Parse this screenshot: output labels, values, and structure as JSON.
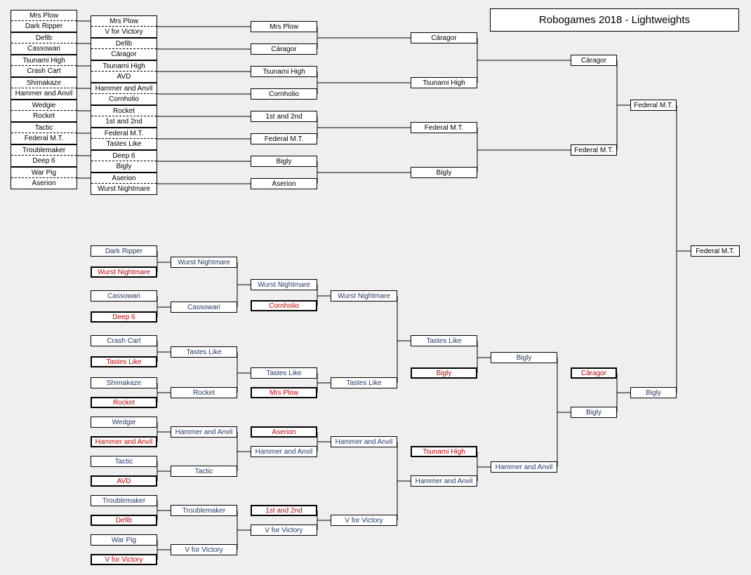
{
  "title": "Robogames 2018 - Lightweights",
  "winners": {
    "r1": [
      [
        "Mrs Plow",
        "Dark Ripper"
      ],
      [
        "Defib",
        "Cassowari"
      ],
      [
        "Tsunami High",
        "Crash Cart"
      ],
      [
        "Shimakaze",
        "Hammer and Anvil"
      ],
      [
        "Wedgie",
        "Rocket"
      ],
      [
        "Tactic",
        "Federal M.T."
      ],
      [
        "Troublemaker",
        "Deep 6"
      ],
      [
        "War Pig",
        "Aserion"
      ]
    ],
    "r2": [
      [
        "Mrs Plow",
        "V for Victory"
      ],
      [
        "Defib",
        "Cáragor"
      ],
      [
        "Tsunami High",
        "AVD"
      ],
      [
        "Hammer and Anvil",
        "Cornholio"
      ],
      [
        "Rocket",
        "1st and 2nd"
      ],
      [
        "Federal M.T.",
        "Tastes Like"
      ],
      [
        "Deep 6",
        "Bigly"
      ],
      [
        "Aserion",
        "Wurst Nightmare"
      ]
    ],
    "r3": [
      "Mrs Plow",
      "Cáragor",
      "Tsunami High",
      "Cornholio",
      "1st and 2nd",
      "Federal M.T.",
      "Bigly",
      "Aserion"
    ],
    "r4": [
      "Cáragor",
      "Tsunami High",
      "Federal M.T.",
      "Bigly"
    ],
    "r5": [
      "Cáragor",
      "Federal M.T."
    ],
    "r6": [
      "Federal M.T."
    ]
  },
  "losers": {
    "l1": [
      "Dark Ripper",
      "Wurst Nightmare",
      "Cassowari",
      "Deep 6",
      "Crash Cart",
      "Tastes Like",
      "Shimakaze",
      "Rocket",
      "Wedgie",
      "Hammer and Anvil",
      "Tactic",
      "AVD",
      "Troublemaker",
      "Defib",
      "War Pig",
      "V for Victory"
    ],
    "l2": [
      "Wurst Nightmare",
      "Cassowari",
      "Tastes Like",
      "Rocket",
      "Hammer and Anvil",
      "Tactic",
      "Troublemaker",
      "V for Victory"
    ],
    "l3": [
      [
        "Wurst Nightmare",
        "Cornholio"
      ],
      [
        "Tastes Like",
        "Mrs Plow"
      ],
      [
        "Aserion",
        "Hammer and Anvil"
      ],
      [
        "1st and 2nd",
        "V for Victory"
      ]
    ],
    "l4": [
      "Wurst Nightmare",
      "Tastes Like",
      "Hammer and Anvil",
      "V for Victory"
    ],
    "l5": [
      [
        "Tastes Like",
        "Bigly"
      ],
      [
        "Tsunami High",
        "Hammer and Anvil"
      ]
    ],
    "l6": [
      "Bigly",
      "Hammer and Anvil"
    ],
    "l7": [
      "Cáragor",
      "Bigly"
    ],
    "l8": [
      "Bigly"
    ]
  },
  "grand_final": "Federal M.T.",
  "colors": {
    "loser_text": "#c00000",
    "losers_text": "#1f3864",
    "background": "#efefef"
  }
}
